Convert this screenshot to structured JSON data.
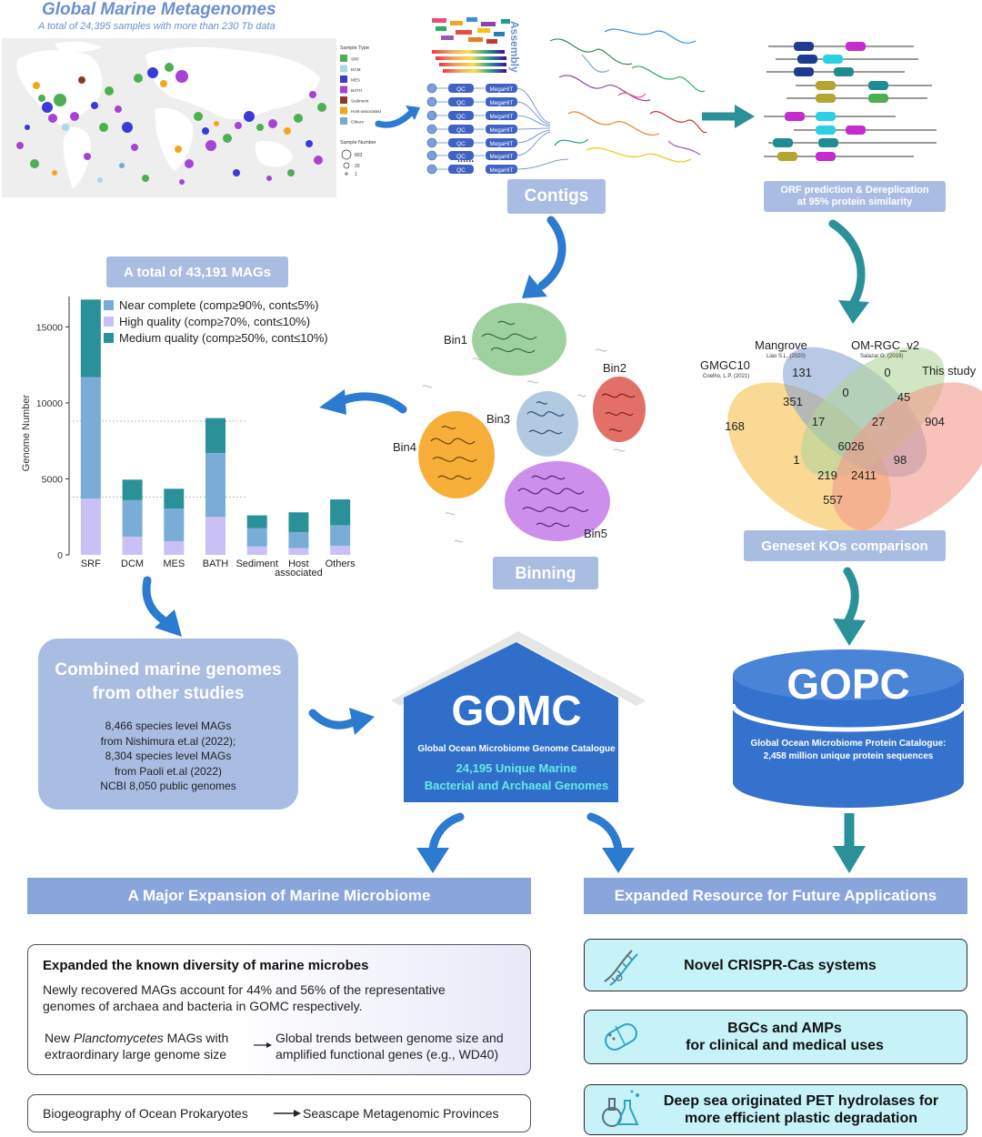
{
  "header": {
    "title": "Global Marine Metagenomes",
    "subtitle": "A total of 24,395 samples with more than 230 Tb data"
  },
  "map_legend": {
    "type_title": "Sample Type",
    "types": [
      {
        "label": "SRF",
        "color": "#4caf50"
      },
      {
        "label": "DCM",
        "color": "#a8d8ea"
      },
      {
        "label": "MES",
        "color": "#3a3ad6"
      },
      {
        "label": "BATH",
        "color": "#a642d6"
      },
      {
        "label": "Sediment",
        "color": "#8b3a2a"
      },
      {
        "label": "Host-associated",
        "color": "#f2a71b"
      },
      {
        "label": "Others",
        "color": "#7aa6c8"
      }
    ],
    "number_title": "Sample Number",
    "numbers": [
      "803",
      "20",
      "1"
    ]
  },
  "assembly": {
    "label": "Assembly",
    "qc_label": "QC",
    "megahit_label": "MegaHIT",
    "dots": "......",
    "contigs_label": "Contigs"
  },
  "orf": {
    "label_line1": "ORF prediction & Dereplication",
    "label_line2": "at 95% protein similarity"
  },
  "mags": {
    "total_label": "A total of 43,191 MAGs"
  },
  "binning": {
    "label": "Binning",
    "bins": [
      "Bin1",
      "Bin2",
      "Bin3",
      "Bin4",
      "Bin5"
    ]
  },
  "venn": {
    "sets": [
      {
        "name": "Mangrove",
        "cite": "Liao S.L. (2020)"
      },
      {
        "name": "OM-RGC_v2",
        "cite": "Salazar G. (2019)"
      },
      {
        "name": "GMGC10",
        "cite": "Coelho, L.P. (2021)"
      },
      {
        "name": "This study",
        "cite": ""
      }
    ],
    "counts": [
      "131",
      "0",
      "351",
      "0",
      "45",
      "168",
      "17",
      "27",
      "904",
      "6026",
      "1",
      "98",
      "219",
      "2411",
      "557"
    ],
    "caption": "Geneset KOs comparison"
  },
  "chart_data": {
    "type": "bar",
    "stacked": true,
    "categories": [
      "SRF",
      "DCM",
      "MES",
      "BATH",
      "Sediment",
      "Host associated",
      "Others"
    ],
    "series": [
      {
        "name": "High quality  (comp≥70%, cont≤10%)",
        "color": "#c9c0f5",
        "values": [
          3700,
          1200,
          900,
          2500,
          550,
          450,
          600
        ]
      },
      {
        "name": "Near complete  (comp≥90%, cont≤5%)",
        "color": "#79acd6",
        "values": [
          8000,
          2400,
          2150,
          4200,
          1200,
          1050,
          1350
        ]
      },
      {
        "name": "Medium quality  (comp≥50%, cont≤10%)",
        "color": "#2a9199",
        "values": [
          5100,
          1350,
          1300,
          2300,
          850,
          1300,
          1700
        ]
      }
    ],
    "legend_order": [
      1,
      0,
      2
    ],
    "ylabel": "Genome Number",
    "yticks": [
      0,
      5000,
      10000,
      15000
    ],
    "ylim": [
      0,
      17000
    ],
    "reference_lines": [
      3800,
      8800
    ]
  },
  "combined": {
    "title_line1": "Combined marine genomes",
    "title_line2": "from other studies",
    "lines": [
      "8,466 species level MAGs",
      "from Nishimura et.al (2022);",
      "8,304 species level MAGs",
      "from Paoli et.al (2022)",
      "NCBI 8,050 public genomes"
    ]
  },
  "gomc": {
    "title": "GOMC",
    "subtitle": "Global Ocean Microbiome Genome Catalogue",
    "line1": "24,195 Unique Marine",
    "line2": "Bacterial and Archaeal Genomes"
  },
  "gopc": {
    "title": "GOPC",
    "line1": "Global Ocean Microbiome Protein Catalogue:",
    "line2": "2,458 million unique protein sequences"
  },
  "banners": {
    "left": "A Major Expansion of Marine Microbiome",
    "right": "Expanded Resource for Future Applications"
  },
  "diversity": {
    "heading": "Expanded the known diversity of marine microbes",
    "body_line1": "Newly recovered MAGs account for 44% and 56% of the representative",
    "body_line2": "genomes of archaea and bacteria in GOMC respectively.",
    "planc_pre": "New ",
    "planc_italic": "Planctomycetes",
    "planc_post": " MAGs with",
    "planc_line2": "extraordinary large genome size",
    "trend_line1": "Global trends between genome size and",
    "trend_line2": "amplified functional genes (e.g., WD40)"
  },
  "biogeo": {
    "left": "Biogeography of Ocean Prokaryotes",
    "right": "Seascape Metagenomic Provinces"
  },
  "applications": [
    {
      "line1": "Novel CRISPR-Cas systems",
      "line2": "",
      "icon": "dna-icon"
    },
    {
      "line1": "BGCs and AMPs",
      "line2": "for clinical and medical uses",
      "icon": "pill-icon"
    },
    {
      "line1": "Deep sea originated PET hydrolases for",
      "line2": "more efficient plastic degradation",
      "icon": "flask-icon"
    }
  ],
  "colors": {
    "arrow_blue": "#2b7bd0",
    "arrow_teal": "#2a9199",
    "pill": "#a9bde3",
    "banner": "#8aa5dc",
    "gomc": "#2f6fc9",
    "gopc": "#3572cd"
  }
}
